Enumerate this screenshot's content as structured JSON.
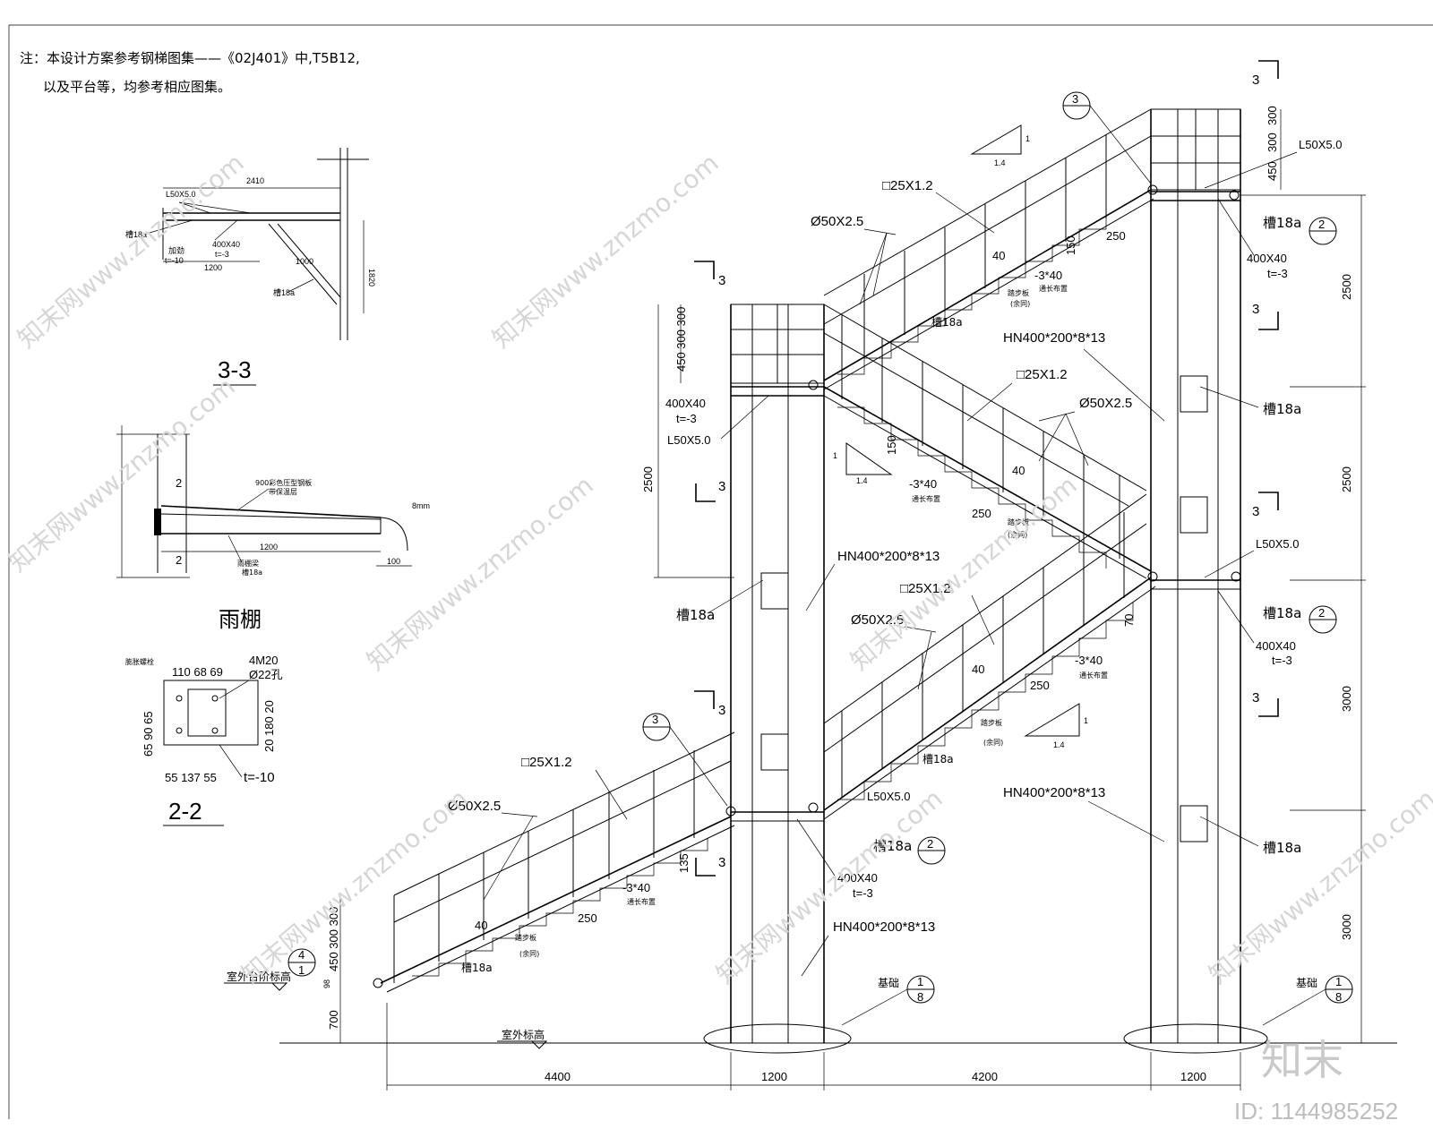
{
  "note": {
    "line1": "注：本设计方案参考钢梯图集——《02J401》中,T5B12,",
    "line2": "以及平台等，均参考相应图集。"
  },
  "sections": {
    "s33": "3-3",
    "canopy": "雨棚",
    "s22": "2-2"
  },
  "detail33": {
    "l50": "L50X5.0",
    "ch18a": "槽18a",
    "plate": "400X40",
    "t3": "t=-3",
    "t10": "t=-10",
    "jiajin": "加劲",
    "d2410": "2410",
    "d1200": "1200",
    "d1000": "1000",
    "d1820": "1820"
  },
  "canopyDetail": {
    "roof1": "900彩色压型钢板",
    "roof2": "带保温层",
    "beam1": "雨棚梁",
    "beam2": "槽18a",
    "d1200": "1200",
    "d100": "100",
    "gutter": "8mm",
    "mark2": "2"
  },
  "detail22": {
    "bolt": "膨胀螺栓",
    "m20": "4M20",
    "hole": "Ø22孔",
    "top": "110 68 69",
    "left": "65 90 65",
    "right": "20 180 20",
    "bottom": "55 137 55",
    "t10": "t=-10"
  },
  "members": {
    "sq": "□25X1.2",
    "pipe": "Ø50X2.5",
    "hn": "HN400*200*8*13",
    "ch18a": "槽18a",
    "flat": "-3*40",
    "full1": "通长布置",
    "tread1": "踏步板",
    "tread2": "(余同)",
    "l50": "L50X5.0",
    "plate": "400X40",
    "t3": "t=-3",
    "found": "基础"
  },
  "dims": {
    "h2500a": "2500",
    "h2500b": "2500",
    "h3000a": "3000",
    "h3000b": "3000",
    "h2500L": "2500",
    "h700": "700",
    "h98": "98",
    "s450": "450",
    "s300": "300",
    "stack": "450 300 300",
    "d150": "150",
    "d250": "250",
    "d40": "40",
    "d70": "70",
    "d135": "135",
    "w4400": "4400",
    "w1200a": "1200",
    "w4200": "4200",
    "w1200b": "1200",
    "r1": "1",
    "r14": "1.4"
  },
  "levels": {
    "outdoor": "室外标高",
    "stepTop": "室外台阶标高"
  },
  "markers": {
    "sec3": "3",
    "sec2": "2",
    "dash": "—",
    "four": "4",
    "one": "1",
    "eight": "8"
  },
  "watermark": {
    "text": "知末网www.znzmo.com",
    "brand": "知末",
    "id": "ID: 1144985252"
  }
}
